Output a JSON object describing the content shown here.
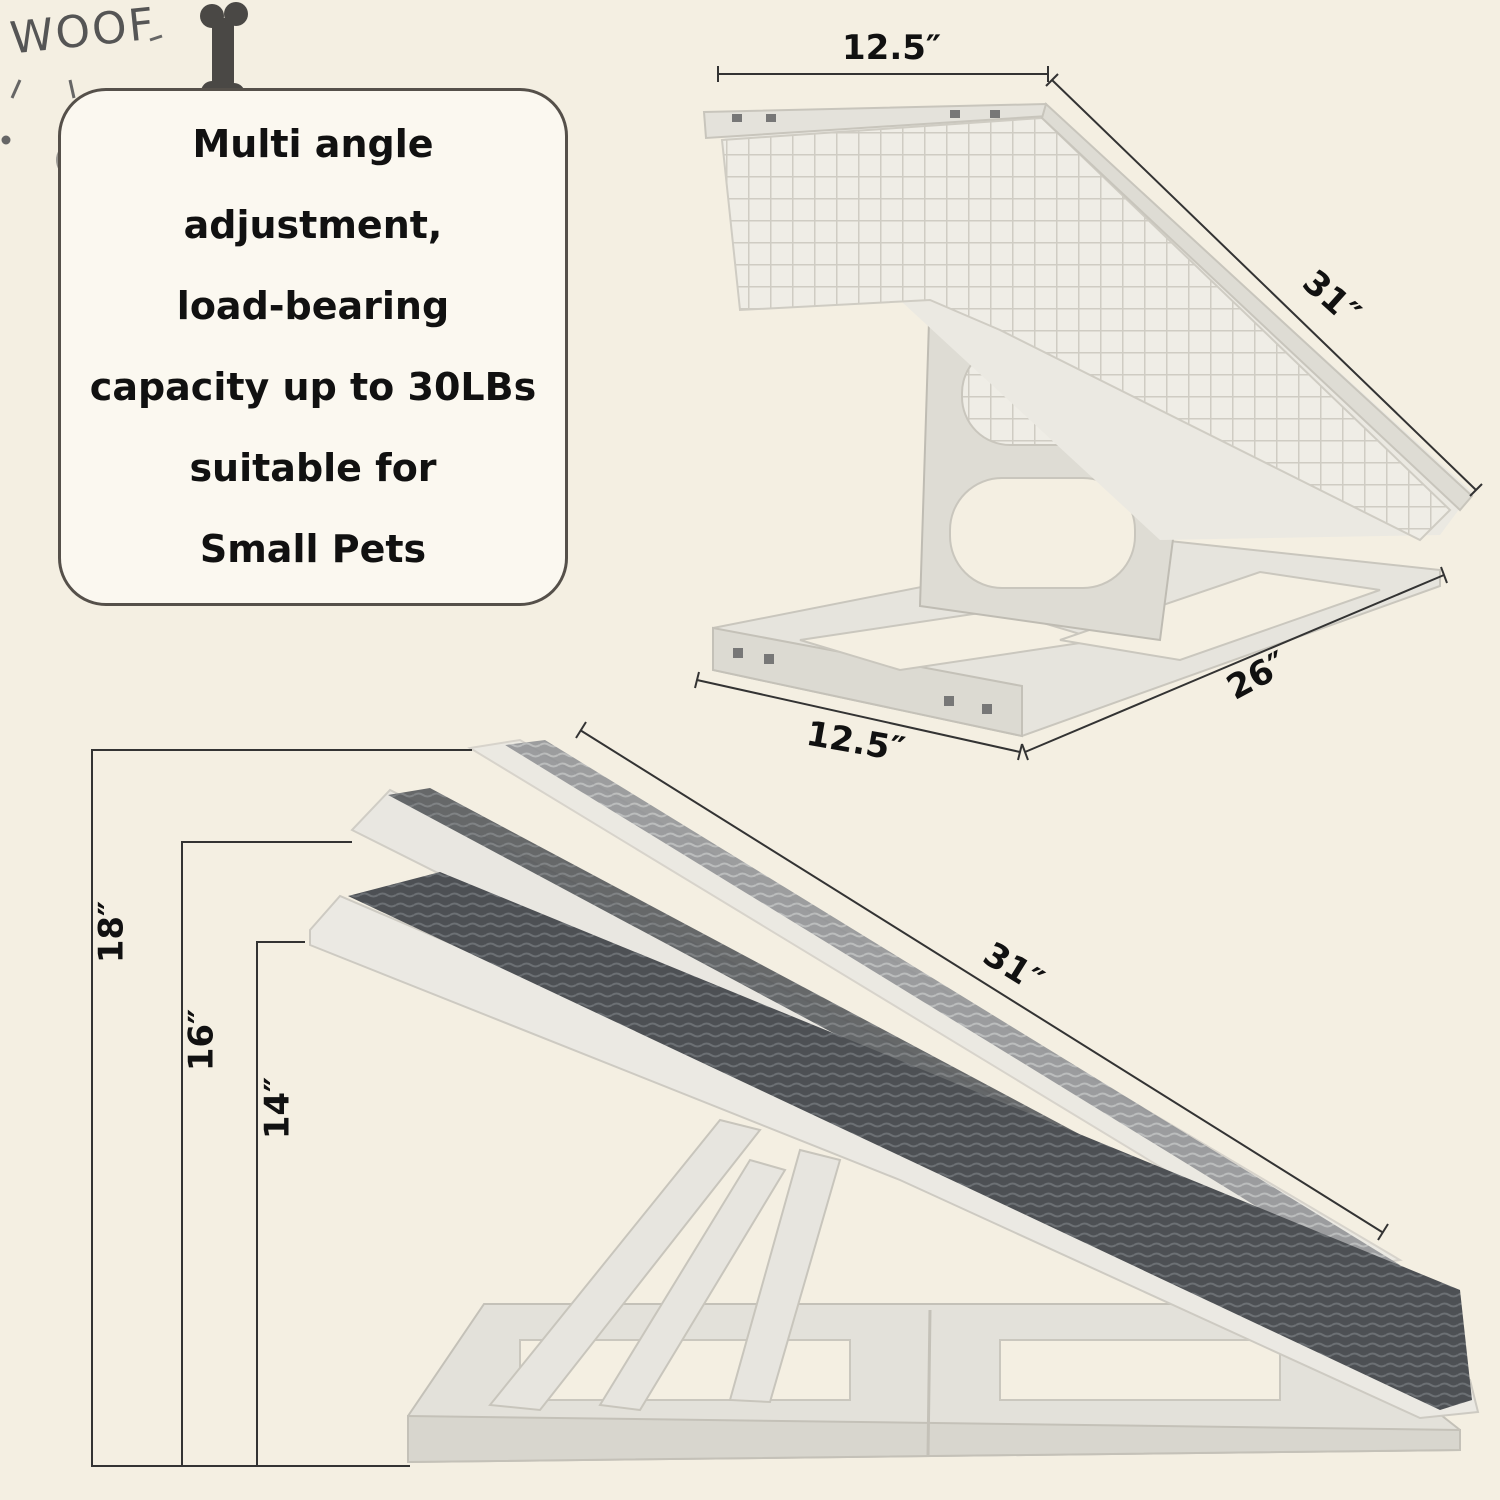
{
  "decoration": {
    "woof_text": "WOOF",
    "icons": [
      "bone-icon",
      "paw-icon"
    ]
  },
  "feature_card": {
    "lines": [
      "Multi angle",
      "adjustment,",
      "load-bearing",
      "capacity up to 30LBs",
      "suitable for",
      "Small Pets"
    ]
  },
  "top_product": {
    "dimensions": {
      "top_width": "12.5″",
      "diagonal_length": "31″",
      "base_length": "26″",
      "base_width": "12.5″"
    }
  },
  "bottom_product": {
    "dimensions": {
      "length": "31″",
      "heights": [
        "18″",
        "16″",
        "14″"
      ]
    }
  },
  "colors": {
    "background": "#f4efe2",
    "ramp_frame": "#e3e1da",
    "carpet": "#4d5054"
  }
}
